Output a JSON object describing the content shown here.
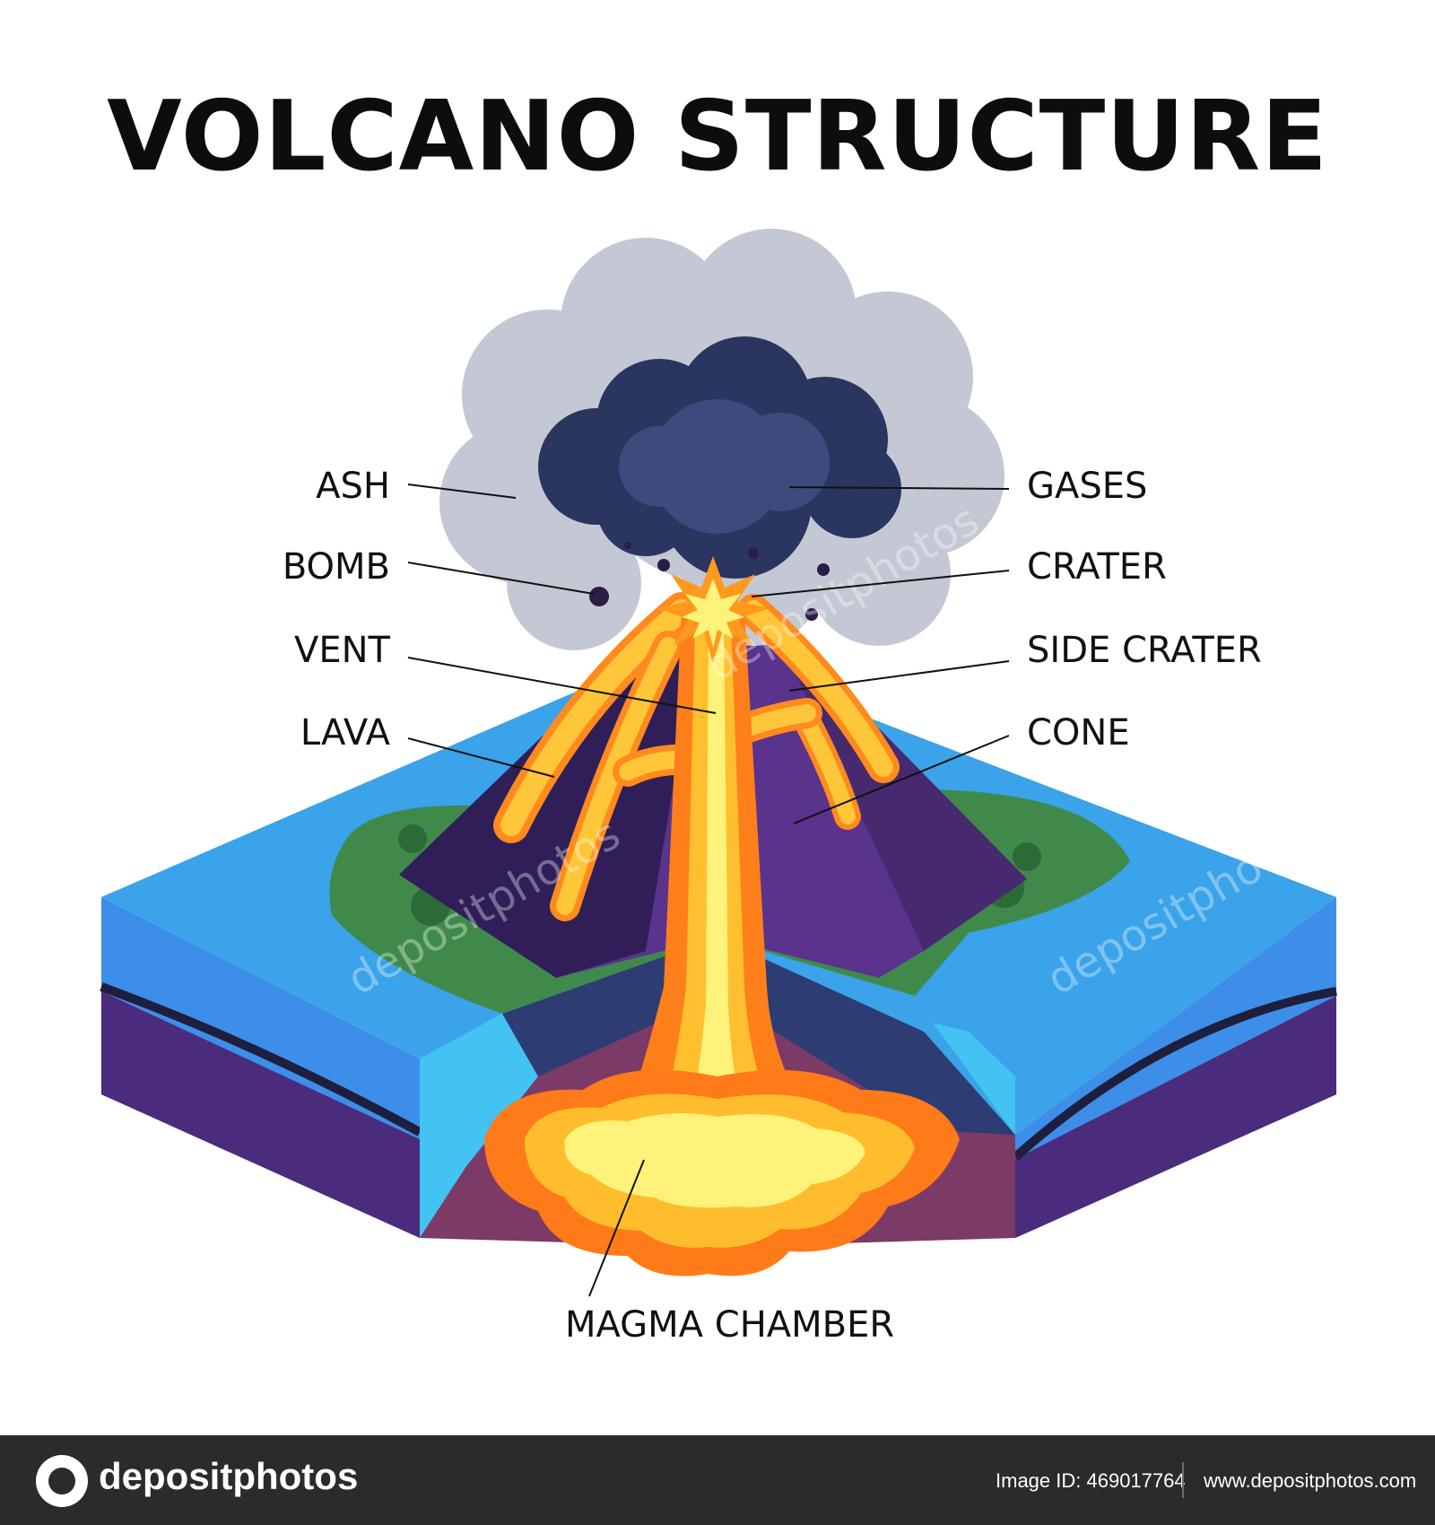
{
  "title": "VOLCANO STRUCTURE",
  "labels": {
    "ash": "ASH",
    "bomb": "BOMB",
    "vent": "VENT",
    "lava": "LAVA",
    "gases": "GASES",
    "crater": "CRATER",
    "side_crater": "SIDE CRATER",
    "cone": "CONE",
    "magma_chamber": "MAGMA CHAMBER"
  },
  "watermark": "depositphotos",
  "footer": {
    "logo_text": "depositphotos",
    "image_id": "Image ID: 469017764",
    "site": "www.depositphotos.com"
  },
  "colors": {
    "water": "#3a9fe6",
    "ground": "#3f8a4b",
    "cone": "#4a2a78",
    "lava": "#ffb02e",
    "magma_core": "#fff27a",
    "ash": "#c4c8d4",
    "gases": "#3b4570",
    "crust": "#7a3d6a"
  }
}
